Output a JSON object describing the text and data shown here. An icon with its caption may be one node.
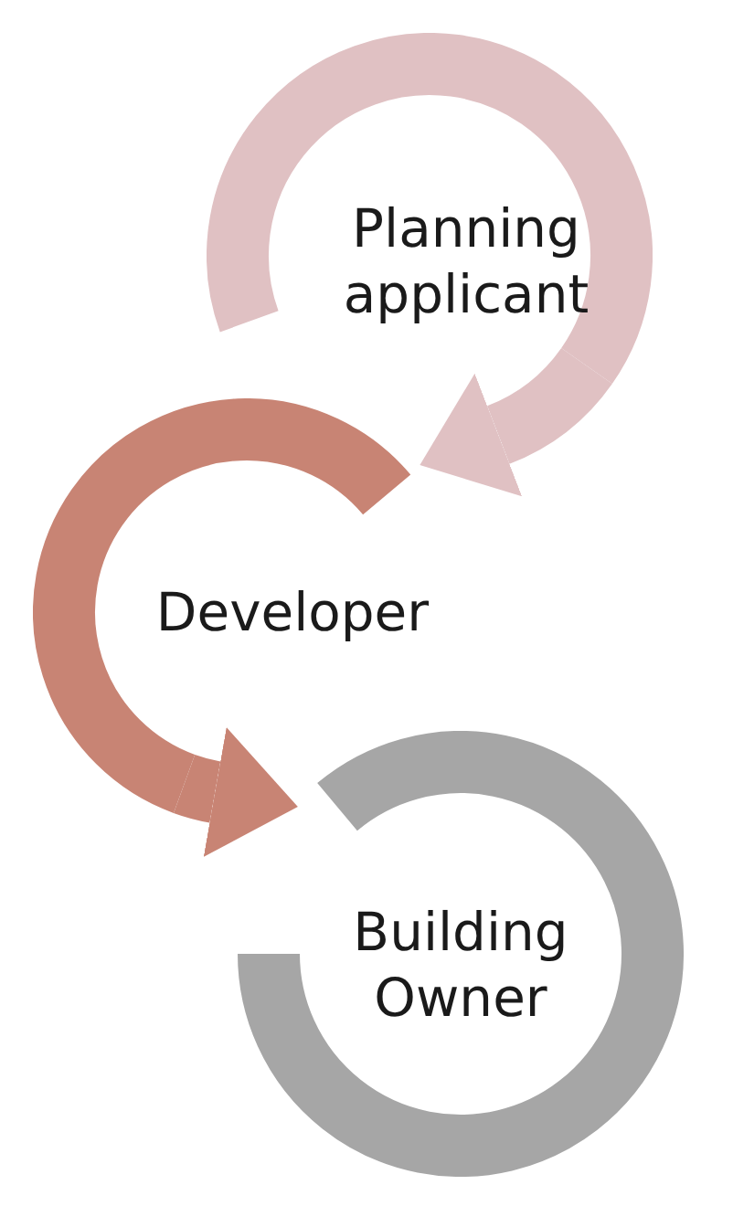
{
  "diagram": {
    "nodes": [
      {
        "text": [
          "Planning applicant"
        ]
      },
      {
        "text": [
          "Developer"
        ]
      },
      {
        "text": [
          "Building Owner"
        ]
      }
    ],
    "edges": [
      {
        "from": 0,
        "to": 1,
        "arrow": "to"
      },
      {
        "from": 1,
        "to": 2,
        "arrow": "to"
      }
    ]
  }
}
